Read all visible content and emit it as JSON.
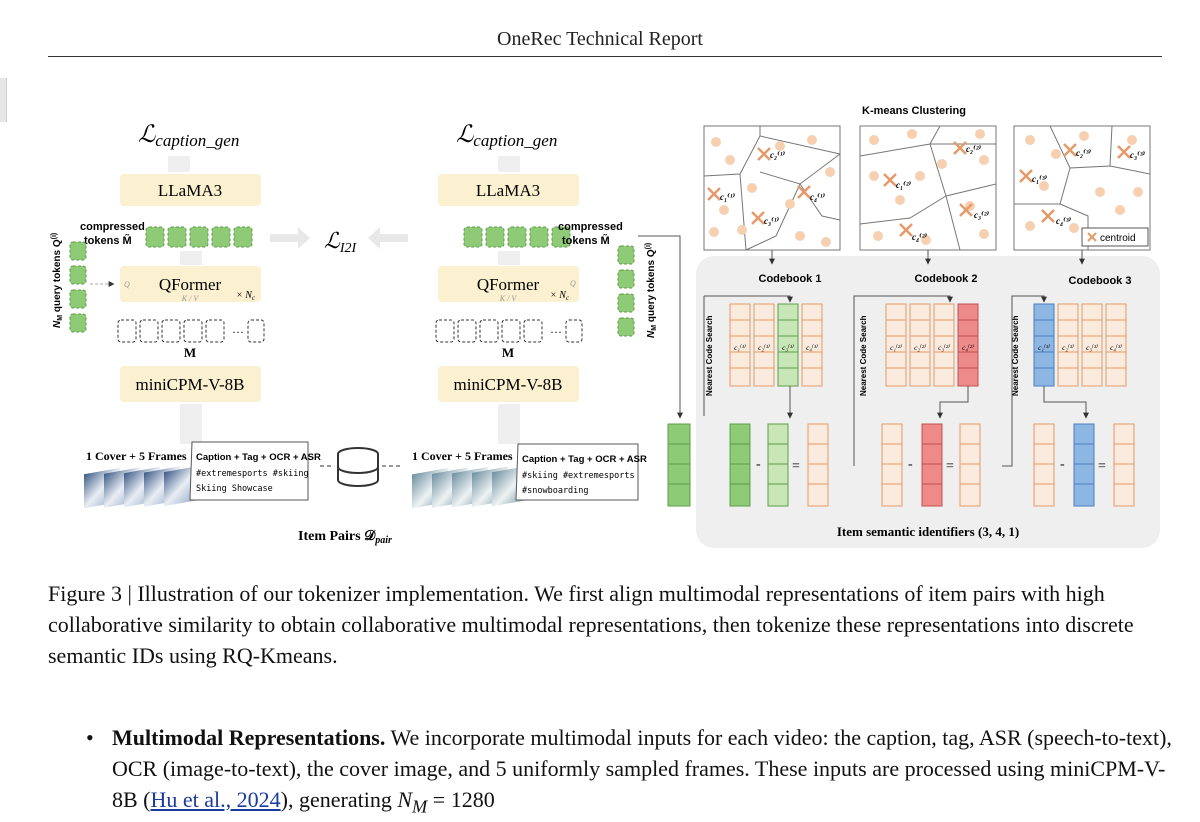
{
  "header": {
    "title": "OneRec Technical Report"
  },
  "figure": {
    "loss_caption_gen": "ℒ",
    "loss_caption_sub": "caption_gen",
    "loss_i2i": "ℒ",
    "loss_i2i_sub": "I2I",
    "llm_label": "LLaMA3",
    "qformer_label": "QFormer",
    "kv_label": "K / V",
    "q_label": "Q",
    "nc_label": "× N",
    "nc_sub": "c",
    "compressed_tokens_line1": "compressed",
    "compressed_tokens_line2": "tokens M̃",
    "query_tokens_label": "N",
    "query_tokens_sub": "M",
    "query_tokens_rest": " query tokens Q",
    "query_tokens_sup": "(i)",
    "m_label": "M",
    "encoder_label": "miniCPM-V-8B",
    "cover_frames_label": "1 Cover + 5 Frames",
    "text_box_title": "Caption + Tag + OCR + ASR",
    "left_tags": [
      "#extremesports #skiing",
      "Skiing Showcase"
    ],
    "right_tags": [
      "#skiing #extremesports",
      "#snowboarding"
    ],
    "item_pairs_label": "Item Pairs 𝒟",
    "item_pairs_sub": "pair",
    "kmeans_title": "K-means Clustering",
    "centroid_legend": "centroid",
    "codebooks": [
      "Codebook 1",
      "Codebook 2",
      "Codebook 3"
    ],
    "nearest_code_search": "Nearest Code Search",
    "semantic_ids_label": "Item semantic identifiers (3, 4, 1)"
  },
  "caption": {
    "text": "Figure 3 | Illustration of our tokenizer implementation. We first align multimodal representations of item pairs with high collaborative similarity to obtain collaborative multimodal representations, then tokenize these representations into discrete semantic IDs using RQ-Kmeans."
  },
  "bullet": {
    "heading": "Multimodal Representations.",
    "body_1": " We incorporate multimodal inputs for each video: the caption, tag, ASR (speech-to-text), OCR (image-to-text), the cover image, and 5 uniformly sampled frames. These inputs are processed using miniCPM-V-8B (",
    "citation": "Hu et al., 2024",
    "body_2": "), generating ",
    "math_var": "N",
    "math_sub": "M",
    "math_rest": " = 1280"
  },
  "colors": {
    "token_green": "#8fca77",
    "token_green_light": "#c8e6b6",
    "block_yellow": "#fbf0cf",
    "code_orange": "#f6c9a6",
    "code_orange_light": "#fbeade",
    "code_red": "#ee8a87",
    "code_blue": "#8eb6e3",
    "panel_gray": "#efefef",
    "dot_peach": "#f7cfb1",
    "link_blue": "#1a3a9e"
  }
}
